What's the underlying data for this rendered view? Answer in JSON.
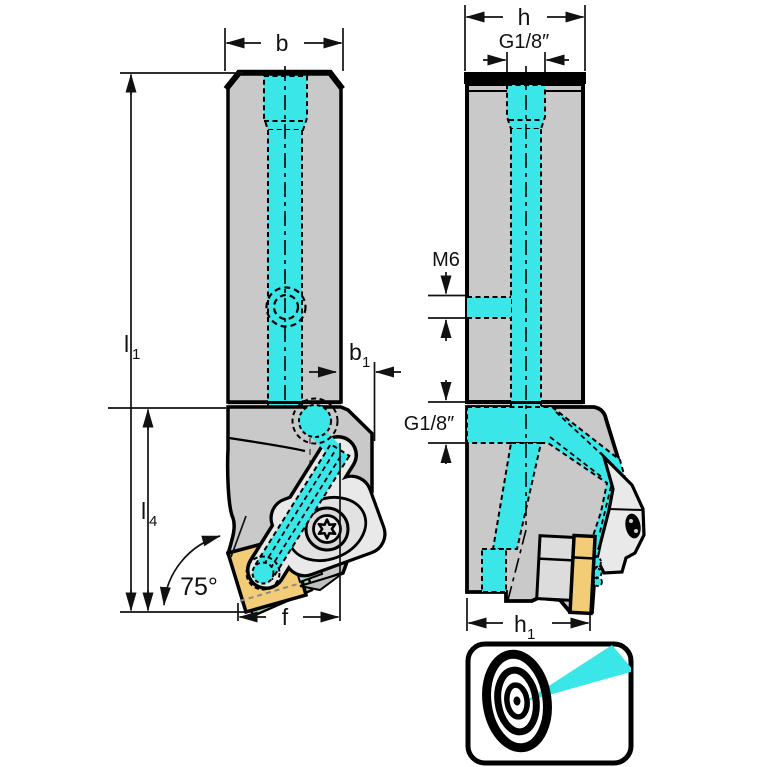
{
  "drawing": {
    "views": {
      "left": {
        "dims": {
          "b": "b",
          "l1": {
            "base": "l",
            "sub": "1"
          },
          "l4": {
            "base": "l",
            "sub": "4"
          },
          "b1": {
            "base": "b",
            "sub": "1"
          },
          "f": "f",
          "angle": "75°"
        }
      },
      "right": {
        "dims": {
          "h": "h",
          "g18_top": "G1/8″",
          "m6": "M6",
          "g18_side": "G1/8″",
          "h1": {
            "base": "h",
            "sub": "1"
          }
        }
      }
    },
    "colors": {
      "coolant": "#3BE6E8",
      "body": "#C9C9C9",
      "clamp": "#E9E9E9",
      "insert": "#F3CC78",
      "shim": "#A9DCAE",
      "outline": "#000000",
      "background": "#FFFFFF"
    },
    "icon": {
      "name": "precision-coolant-target"
    }
  }
}
